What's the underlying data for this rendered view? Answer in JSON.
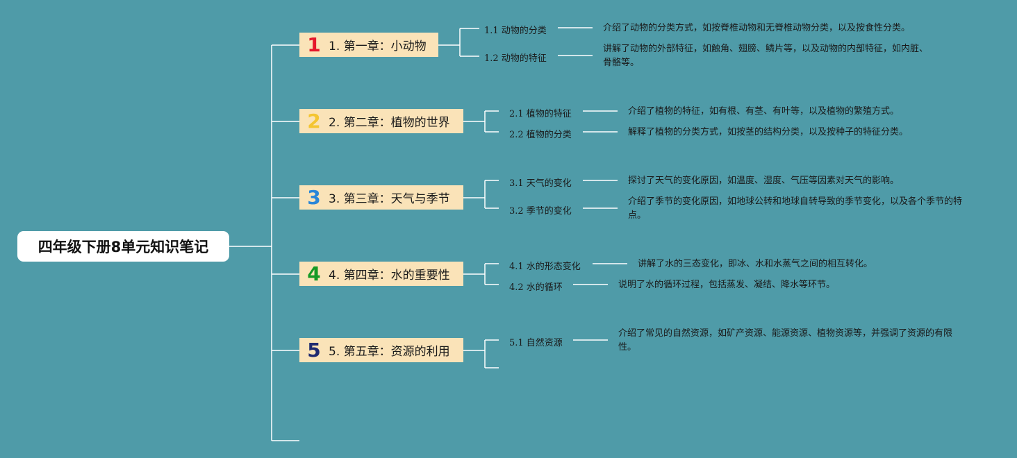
{
  "root": {
    "title": "四年级下册8单元知识笔记"
  },
  "chapters": [
    {
      "label": "1. 第一章：小动物",
      "icon_digit": "1",
      "icon_color": "#e5182c",
      "topics": [
        {
          "title": "1.1 动物的分类",
          "description": "介绍了动物的分类方式，如按脊椎动物和无脊椎动物分类，以及按食性分类。"
        },
        {
          "title": "1.2 动物的特征",
          "description": "讲解了动物的外部特征，如触角、翅膀、鳞片等，以及动物的内部特征，如内脏、骨骼等。"
        }
      ]
    },
    {
      "label": "2. 第二章：植物的世界",
      "icon_digit": "2",
      "icon_color": "#f4c531",
      "topics": [
        {
          "title": "2.1 植物的特征",
          "description": "介绍了植物的特征，如有根、有茎、有叶等，以及植物的繁殖方式。"
        },
        {
          "title": "2.2 植物的分类",
          "description": "解释了植物的分类方式，如按茎的结构分类，以及按种子的特征分类。"
        }
      ]
    },
    {
      "label": "3. 第三章：天气与季节",
      "icon_digit": "3",
      "icon_color": "#2a86d8",
      "topics": [
        {
          "title": "3.1 天气的变化",
          "description": "探讨了天气的变化原因，如温度、湿度、气压等因素对天气的影响。"
        },
        {
          "title": "3.2 季节的变化",
          "description": "介绍了季节的变化原因，如地球公转和地球自转导致的季节变化，以及各个季节的特点。"
        }
      ]
    },
    {
      "label": "4. 第四章：水的重要性",
      "icon_digit": "4",
      "icon_color": "#159a25",
      "topics": [
        {
          "title": "4.1 水的形态变化",
          "description": "讲解了水的三态变化，即冰、水和水蒸气之间的相互转化。"
        },
        {
          "title": "4.2 水的循环",
          "description": "说明了水的循环过程，包括蒸发、凝结、降水等环节。"
        }
      ]
    },
    {
      "label": "5. 第五章：资源的利用",
      "icon_digit": "5",
      "icon_color": "#1f2a70",
      "topics": [
        {
          "title": "5.1 自然资源",
          "description": "介绍了常见的自然资源，如矿产资源、能源资源、植物资源等，并强调了资源的有限性。"
        }
      ]
    }
  ],
  "colors": {
    "background": "#4f9ba8",
    "line": "#ffffff",
    "chapter_fill": "#fae3b8",
    "root_fill": "#ffffff"
  }
}
